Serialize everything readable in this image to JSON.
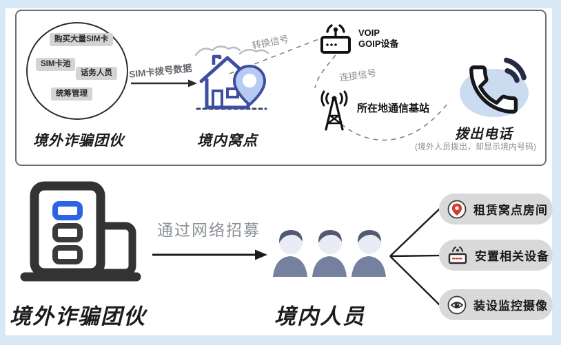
{
  "colors": {
    "frame_blue": "#d7e9f7",
    "panel_border": "#6a6e73",
    "accent_blue": "#2e63e7",
    "icon_navy": "#3d4f9e",
    "pin_fill": "#b7cbf2",
    "alert_red": "#d43d2a",
    "pill_bg": "#d9d9d9",
    "gray_text": "#8a8e93",
    "people_body": "#76809f"
  },
  "top": {
    "gang": {
      "label": "境外诈骗团伙",
      "chips": [
        "购买大量SIM卡",
        "SIM卡池",
        "话务人员",
        "统筹管理"
      ]
    },
    "sim_arrow_label": "SIM卡拨号数据",
    "den_label": "境内窝点",
    "convert_label": "转换信号",
    "voip_label_1": "VOIP",
    "voip_label_2": "GOIP设备",
    "connect_label": "连接信号",
    "base_label": "所在地通信基站",
    "call_label": "拨出电话",
    "call_note": "(境外人员拨出，却显示境内号码)"
  },
  "bottom": {
    "gang_label": "境外诈骗团伙",
    "recruit_label": "通过网络招募",
    "staff_label": "境内人员",
    "tasks": [
      {
        "label": "租赁窝点房间",
        "icon": "location-pin-icon"
      },
      {
        "label": "安置相关设备",
        "icon": "router-icon"
      },
      {
        "label": "装设监控摄像",
        "icon": "eye-icon"
      }
    ]
  }
}
